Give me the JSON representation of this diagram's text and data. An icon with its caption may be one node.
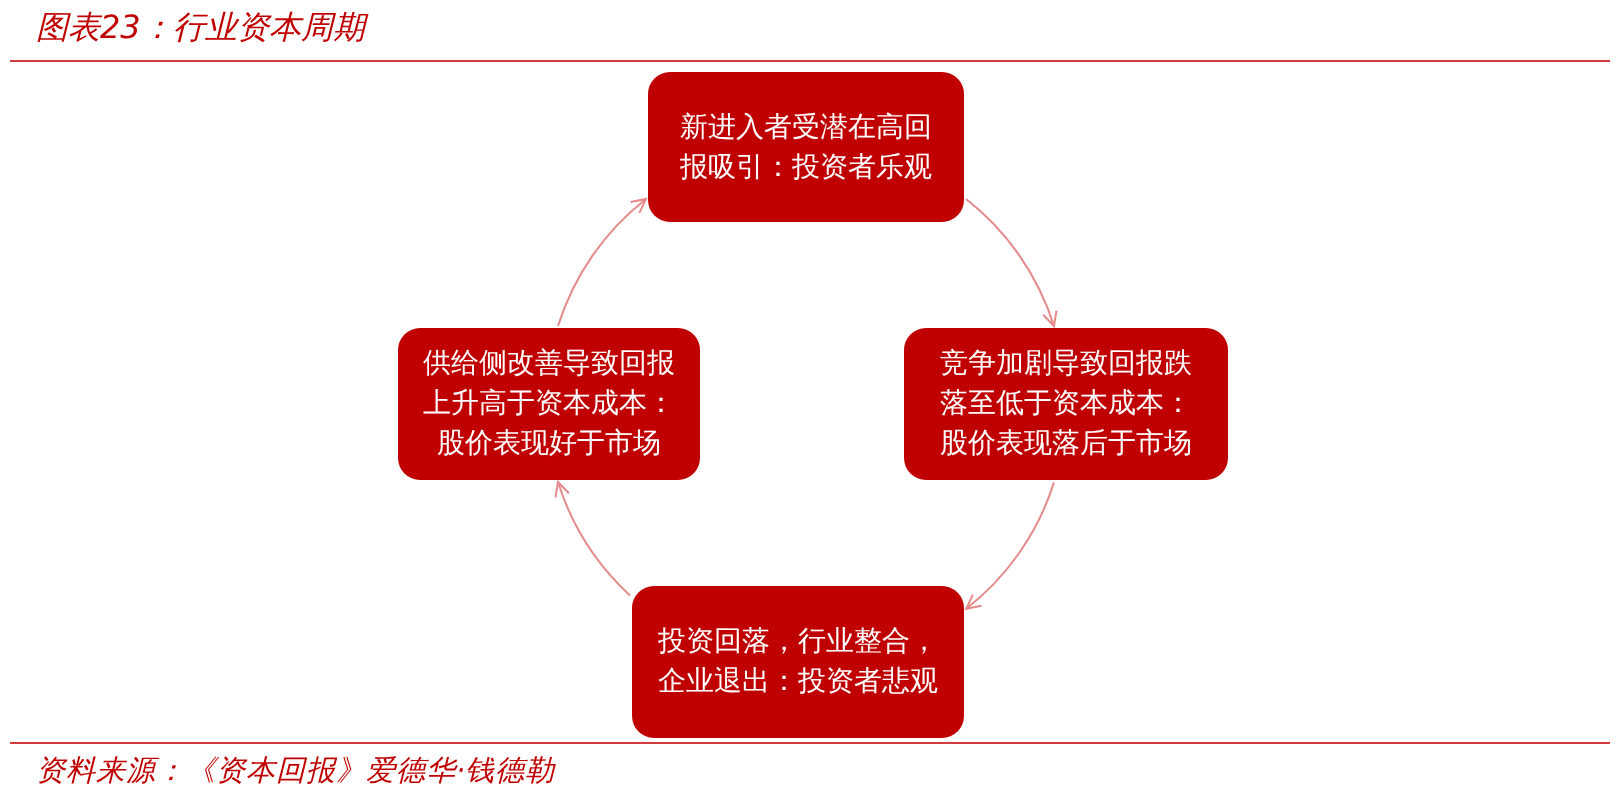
{
  "diagram": {
    "title": "图表23：行业资本周期",
    "caption": "资料来源：《资本回报》爱德华·钱德勒",
    "nodes": [
      {
        "text": [
          "新进入者受潜在高回报吸引：投资者乐观"
        ]
      },
      {
        "text": [
          "供给侧改善导致回报上升高于资本成本：股价表现好于市场"
        ]
      },
      {
        "text": [
          "竞争加剧导致回报跌落至低于资本成本：股价表现落后于市场"
        ]
      },
      {
        "text": [
          "投资回落，行业整合，企业退出：投资者悲观"
        ]
      }
    ],
    "edges": [
      {
        "from": 0,
        "to": 2,
        "arrow": "to"
      },
      {
        "from": 2,
        "to": 3,
        "arrow": "to"
      },
      {
        "from": 3,
        "to": 1,
        "arrow": "to"
      },
      {
        "from": 1,
        "to": 0,
        "arrow": "to"
      }
    ]
  }
}
